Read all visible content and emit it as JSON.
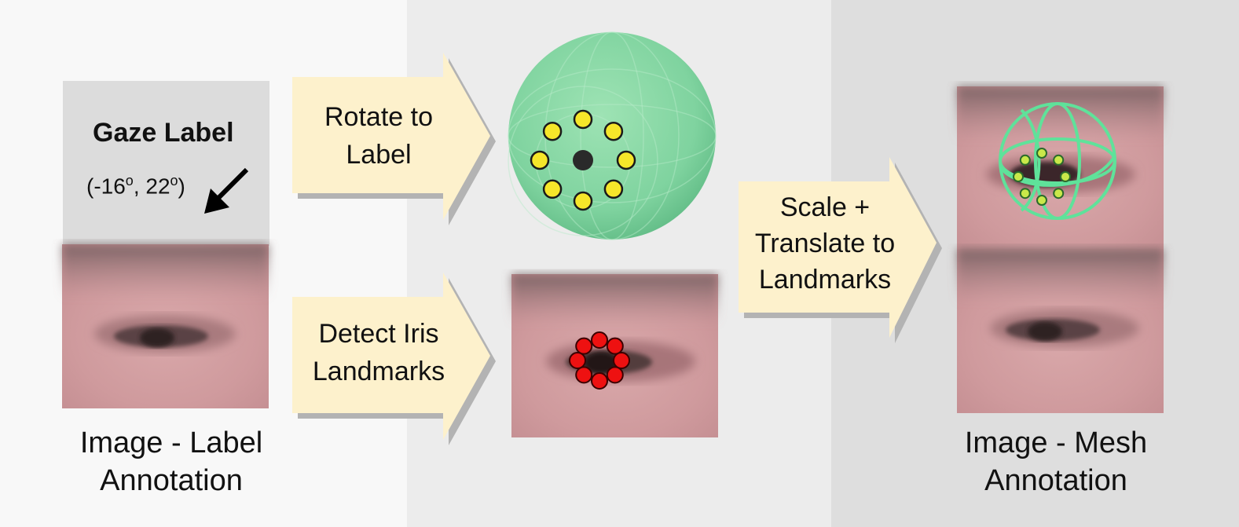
{
  "left_panel": {
    "gaze_label_title": "Gaze Label",
    "gaze_angle_1": "-16",
    "gaze_angle_2": "22",
    "gaze_angle_unit": "o",
    "caption_line1": "Image - Label",
    "caption_line2": "Annotation"
  },
  "middle_panel": {
    "arrow_top_line1": "Rotate to",
    "arrow_top_line2": "Label",
    "arrow_bottom_line1": "Detect Iris",
    "arrow_bottom_line2": "Landmarks"
  },
  "right_panel": {
    "arrow_line1": "Scale +",
    "arrow_line2": "Translate to",
    "arrow_line3": "Landmarks",
    "caption_line1": "Image - Mesh",
    "caption_line2": "Annotation"
  },
  "colors": {
    "panel_left": "#f8f8f8",
    "panel_middle": "#ececec",
    "panel_right": "#dedede",
    "arrow_fill": "#fdf1cc",
    "arrow_shadow": "#b3b3b3",
    "gaze_box": "#dcdcdc",
    "eyeball_green": "#7ed4a0",
    "landmark_yellow": "#f6e62a",
    "landmark_red": "#ee1111",
    "mesh_green": "#5fe29a",
    "skin": "#d8a6a8"
  },
  "icons": [
    "gaze-direction-arrow-icon",
    "eyeball-mesh-icon"
  ]
}
